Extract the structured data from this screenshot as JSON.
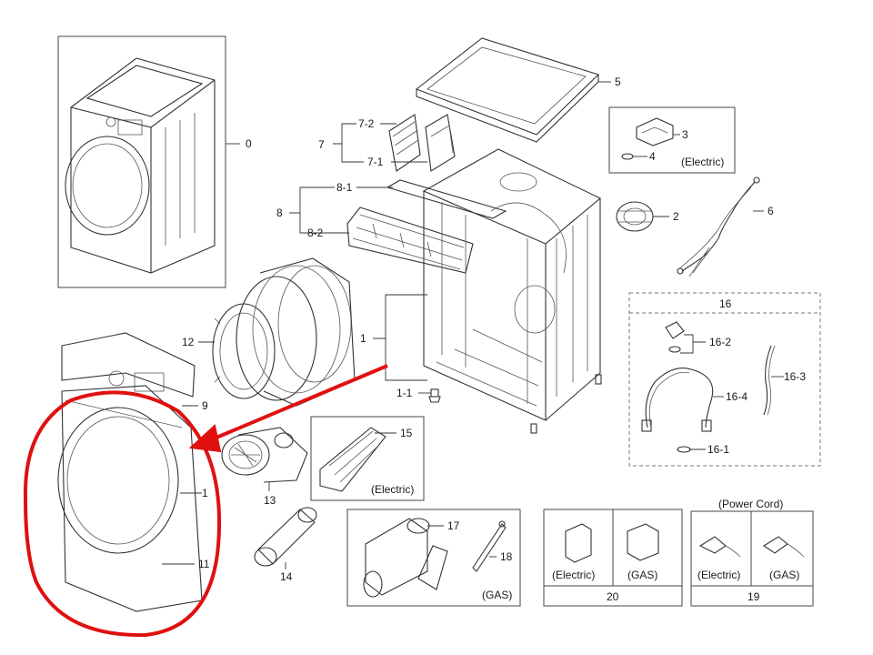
{
  "labels": {
    "p0": "0",
    "p1": "1",
    "p1_1": "1-1",
    "p2": "2",
    "p3": "3",
    "p4": "4",
    "p5": "5",
    "p6": "6",
    "p7": "7",
    "p7_1": "7-1",
    "p7_2": "7-2",
    "p8": "8",
    "p8_1": "8-1",
    "p8_2": "8-2",
    "p9": "9",
    "p10": "1",
    "p11": "11",
    "p12": "12",
    "p13": "13",
    "p14": "14",
    "p15": "15",
    "p16": "16",
    "p16_1": "16-1",
    "p16_2": "16-2",
    "p16_3": "16-3",
    "p16_4": "16-4",
    "p17": "17",
    "p18": "18",
    "p19": "19",
    "p20": "20"
  },
  "notes": {
    "electric_sensor": "(Electric)",
    "electric_heater": "(Electric)",
    "gas_burner": "(GAS)",
    "electric_bracket": "(Electric)",
    "gas_bracket": "(GAS)",
    "power_cord": "(Power Cord)",
    "electric_cord": "(Electric)",
    "gas_cord": "(GAS)"
  },
  "colors": {
    "highlight": "#e01010",
    "line": "#333333"
  }
}
